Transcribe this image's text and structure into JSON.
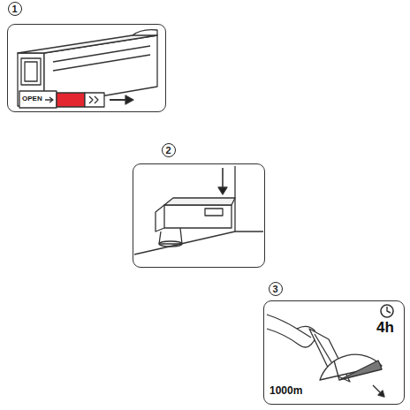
{
  "diagram": {
    "nodes": [
      {
        "text": [
          "1"
        ]
      },
      {
        "text": [
          "2"
        ]
      },
      {
        "text": [
          "3"
        ]
      }
    ],
    "labels": [
      "OPEN",
      "4h",
      "1000m"
    ]
  }
}
